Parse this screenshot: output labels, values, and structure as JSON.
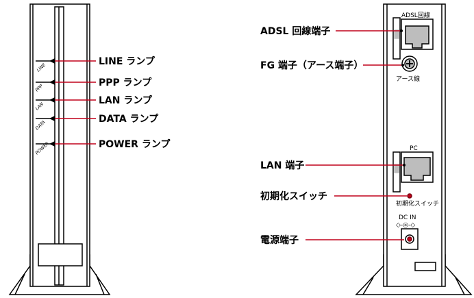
{
  "colors": {
    "leader": "#c0001a",
    "outline": "#000000",
    "fill_gray": "#bdbdbd",
    "background": "#ffffff"
  },
  "front_view": {
    "indicators": [
      "LINE",
      "PPP",
      "LAN",
      "DATA",
      "POWER"
    ]
  },
  "front_callouts": [
    {
      "id": "line",
      "label": "LINE ランプ"
    },
    {
      "id": "ppp",
      "label": "PPP ランプ"
    },
    {
      "id": "lan",
      "label": "LAN ランプ"
    },
    {
      "id": "data",
      "label": "DATA ランプ"
    },
    {
      "id": "power",
      "label": "POWER ランプ"
    }
  ],
  "rear_view": {
    "adsl_port_label": "ADSL回線",
    "ground_label": "アース線",
    "pc_port_label": "PC",
    "reset_label": "初期化スイッチ",
    "dc_in_label": "DC IN",
    "polarity_label": "◇-◎-◇"
  },
  "rear_callouts": [
    {
      "id": "adsl",
      "label": "ADSL 回線端子"
    },
    {
      "id": "fg",
      "label": "FG 端子（アース端子）"
    },
    {
      "id": "lan",
      "label": "LAN 端子"
    },
    {
      "id": "reset",
      "label": "初期化スイッチ"
    },
    {
      "id": "power",
      "label": "電源端子"
    }
  ]
}
